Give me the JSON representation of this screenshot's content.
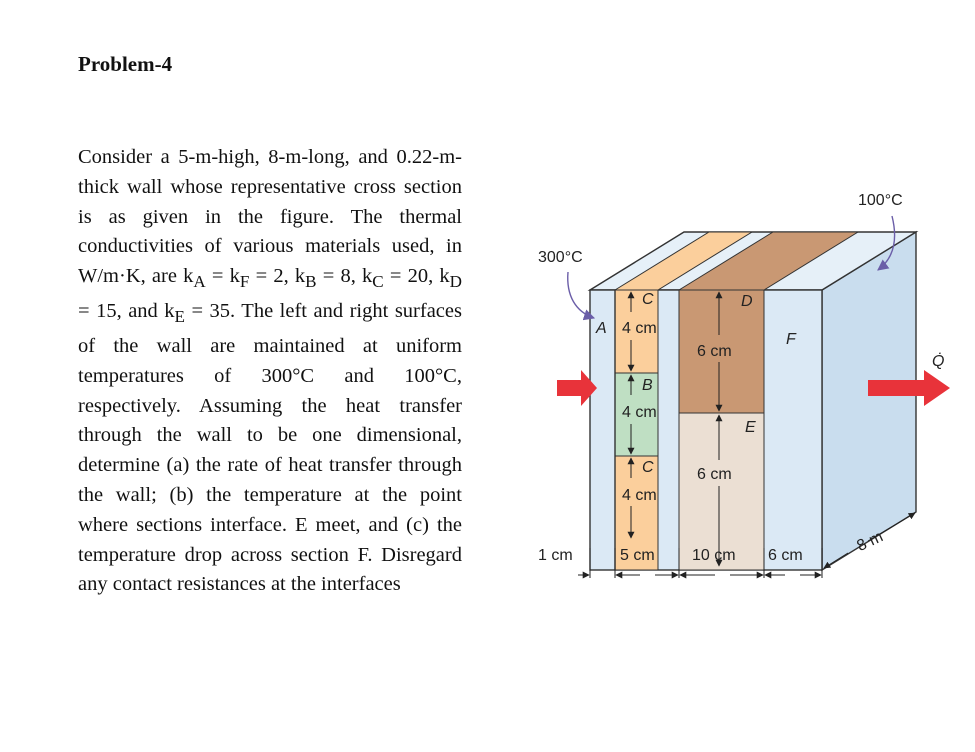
{
  "title": "Problem-4",
  "problem": {
    "intro": "Consider a 5-m-high, 8-m-long, and 0.22-m-thick wall whose representative cross section is as given in the figure. The thermal conductivities of various materials used, in W/m·K, are k",
    "sub_A": "A",
    "eq1": " = k",
    "sub_F": "F",
    "eq2": " = 2, k",
    "sub_B": "B",
    "eq3": " = 8, k",
    "sub_C": "C",
    "eq4": " = 20, k",
    "sub_D": "D",
    "eq5": " = 15, and k",
    "sub_E": "E",
    "rest": " = 35. The left and right surfaces of the wall are maintained at uniform temperatures of 300°C and 100°C, respectively. Assuming the heat transfer through the wall to be one dimensional, determine (a) the rate of heat transfer through the wall; (b) the temperature at the point where sections interface. E meet, and (c) the temperature drop across section F. Disregard any contact resistances at the interfaces"
  },
  "figure": {
    "temp_left": "300°C",
    "temp_right": "100°C",
    "heat_rate_symbol": "Q̇",
    "labels": {
      "A": "A",
      "B": "B",
      "C_top": "C",
      "C_bottom": "C",
      "D": "D",
      "E": "E",
      "F": "F"
    },
    "heights": {
      "C_top": "4 cm",
      "B": "4 cm",
      "C_bottom": "4 cm",
      "D": "6 cm",
      "E": "6 cm"
    },
    "widths": [
      "1 cm",
      "5 cm",
      "10 cm",
      "6 cm"
    ],
    "depth": "8 m",
    "colors": {
      "wall": "#dbe9f5",
      "wall_top": "#e6f0f8",
      "wall_side": "#c9ddee",
      "layer_C": "#fbcf9c",
      "layer_B": "#bfdfc3",
      "layer_D": "#c99873",
      "layer_E": "#ebdfd3",
      "arrow": "#e8333a"
    }
  }
}
